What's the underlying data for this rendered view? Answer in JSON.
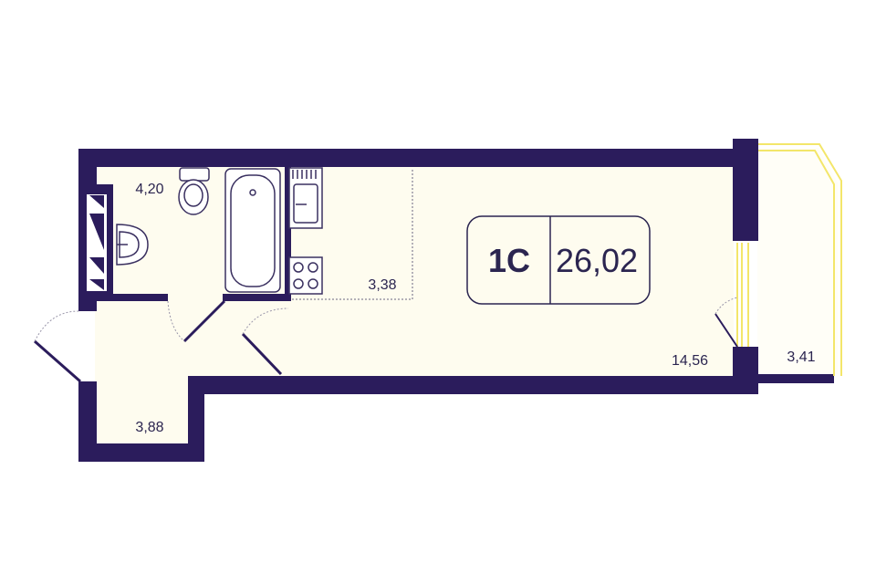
{
  "colors": {
    "wall": "#2b1c5c",
    "floor": "#fefcef",
    "window": "#f3e66a",
    "fixture_stroke": "#3a3060",
    "door_arc": "#9a96aa",
    "text": "#2b2550"
  },
  "badge": {
    "type_label": "1C",
    "total_area": "26,02"
  },
  "rooms": {
    "bathroom_area": "4,20",
    "kitchen_area": "3,38",
    "living_area": "14,56",
    "hall_area": "3,88",
    "balcony_area": "3,41"
  }
}
